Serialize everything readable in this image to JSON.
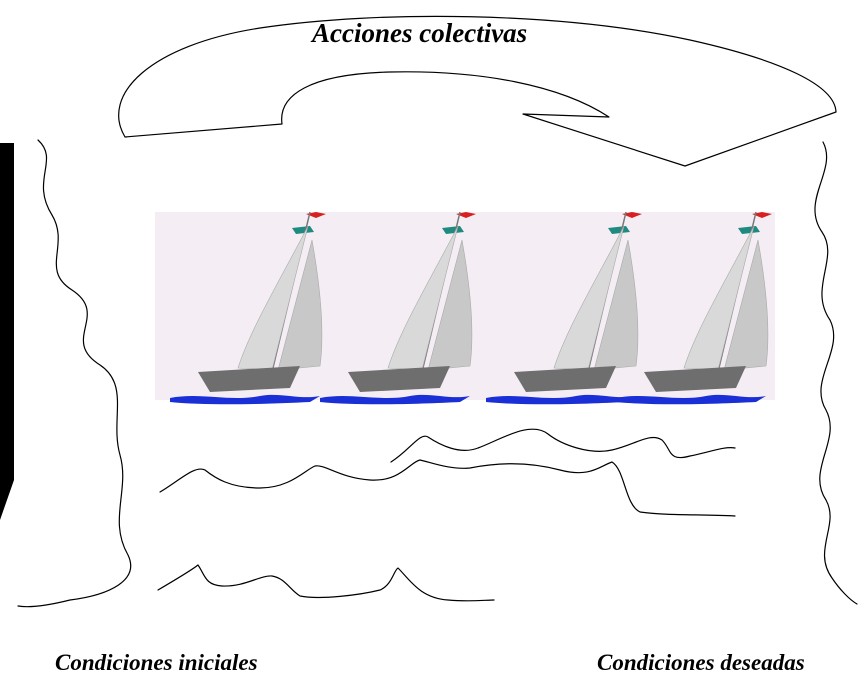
{
  "diagram": {
    "title": "Acciones colectivas",
    "start_label": "Condiciones iniciales",
    "end_label": "Condiciones deseadas",
    "boat_count": 4,
    "colors": {
      "line": "#000000",
      "black_bar": "#000000",
      "sky": "#f4eef4",
      "hull": "#6e6e6e",
      "water": "#1a2fd6",
      "flag_red": "#d82020",
      "flag_teal": "#1f8a80"
    }
  }
}
